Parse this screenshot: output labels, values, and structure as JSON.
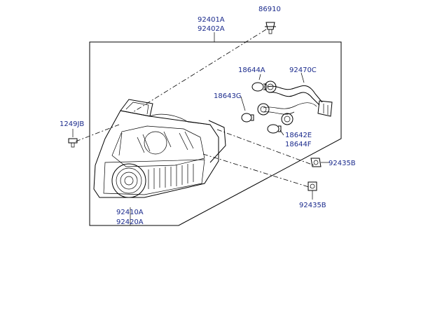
{
  "diagram": {
    "labels": {
      "p86910": "86910",
      "p92401a": "92401A",
      "p92402a": "92402A",
      "p18644a": "18644A",
      "p92470c": "92470C",
      "p18643g": "18643G",
      "p1249jb": "1249JB",
      "p18642e": "18642E",
      "p18644f": "18644F",
      "p92435b_1": "92435B",
      "p92435b_2": "92435B",
      "p92410a": "92410A",
      "p92420a": "92420A"
    },
    "colors": {
      "label": "#1a2a8c",
      "line": "#000000",
      "background": "#ffffff"
    }
  }
}
